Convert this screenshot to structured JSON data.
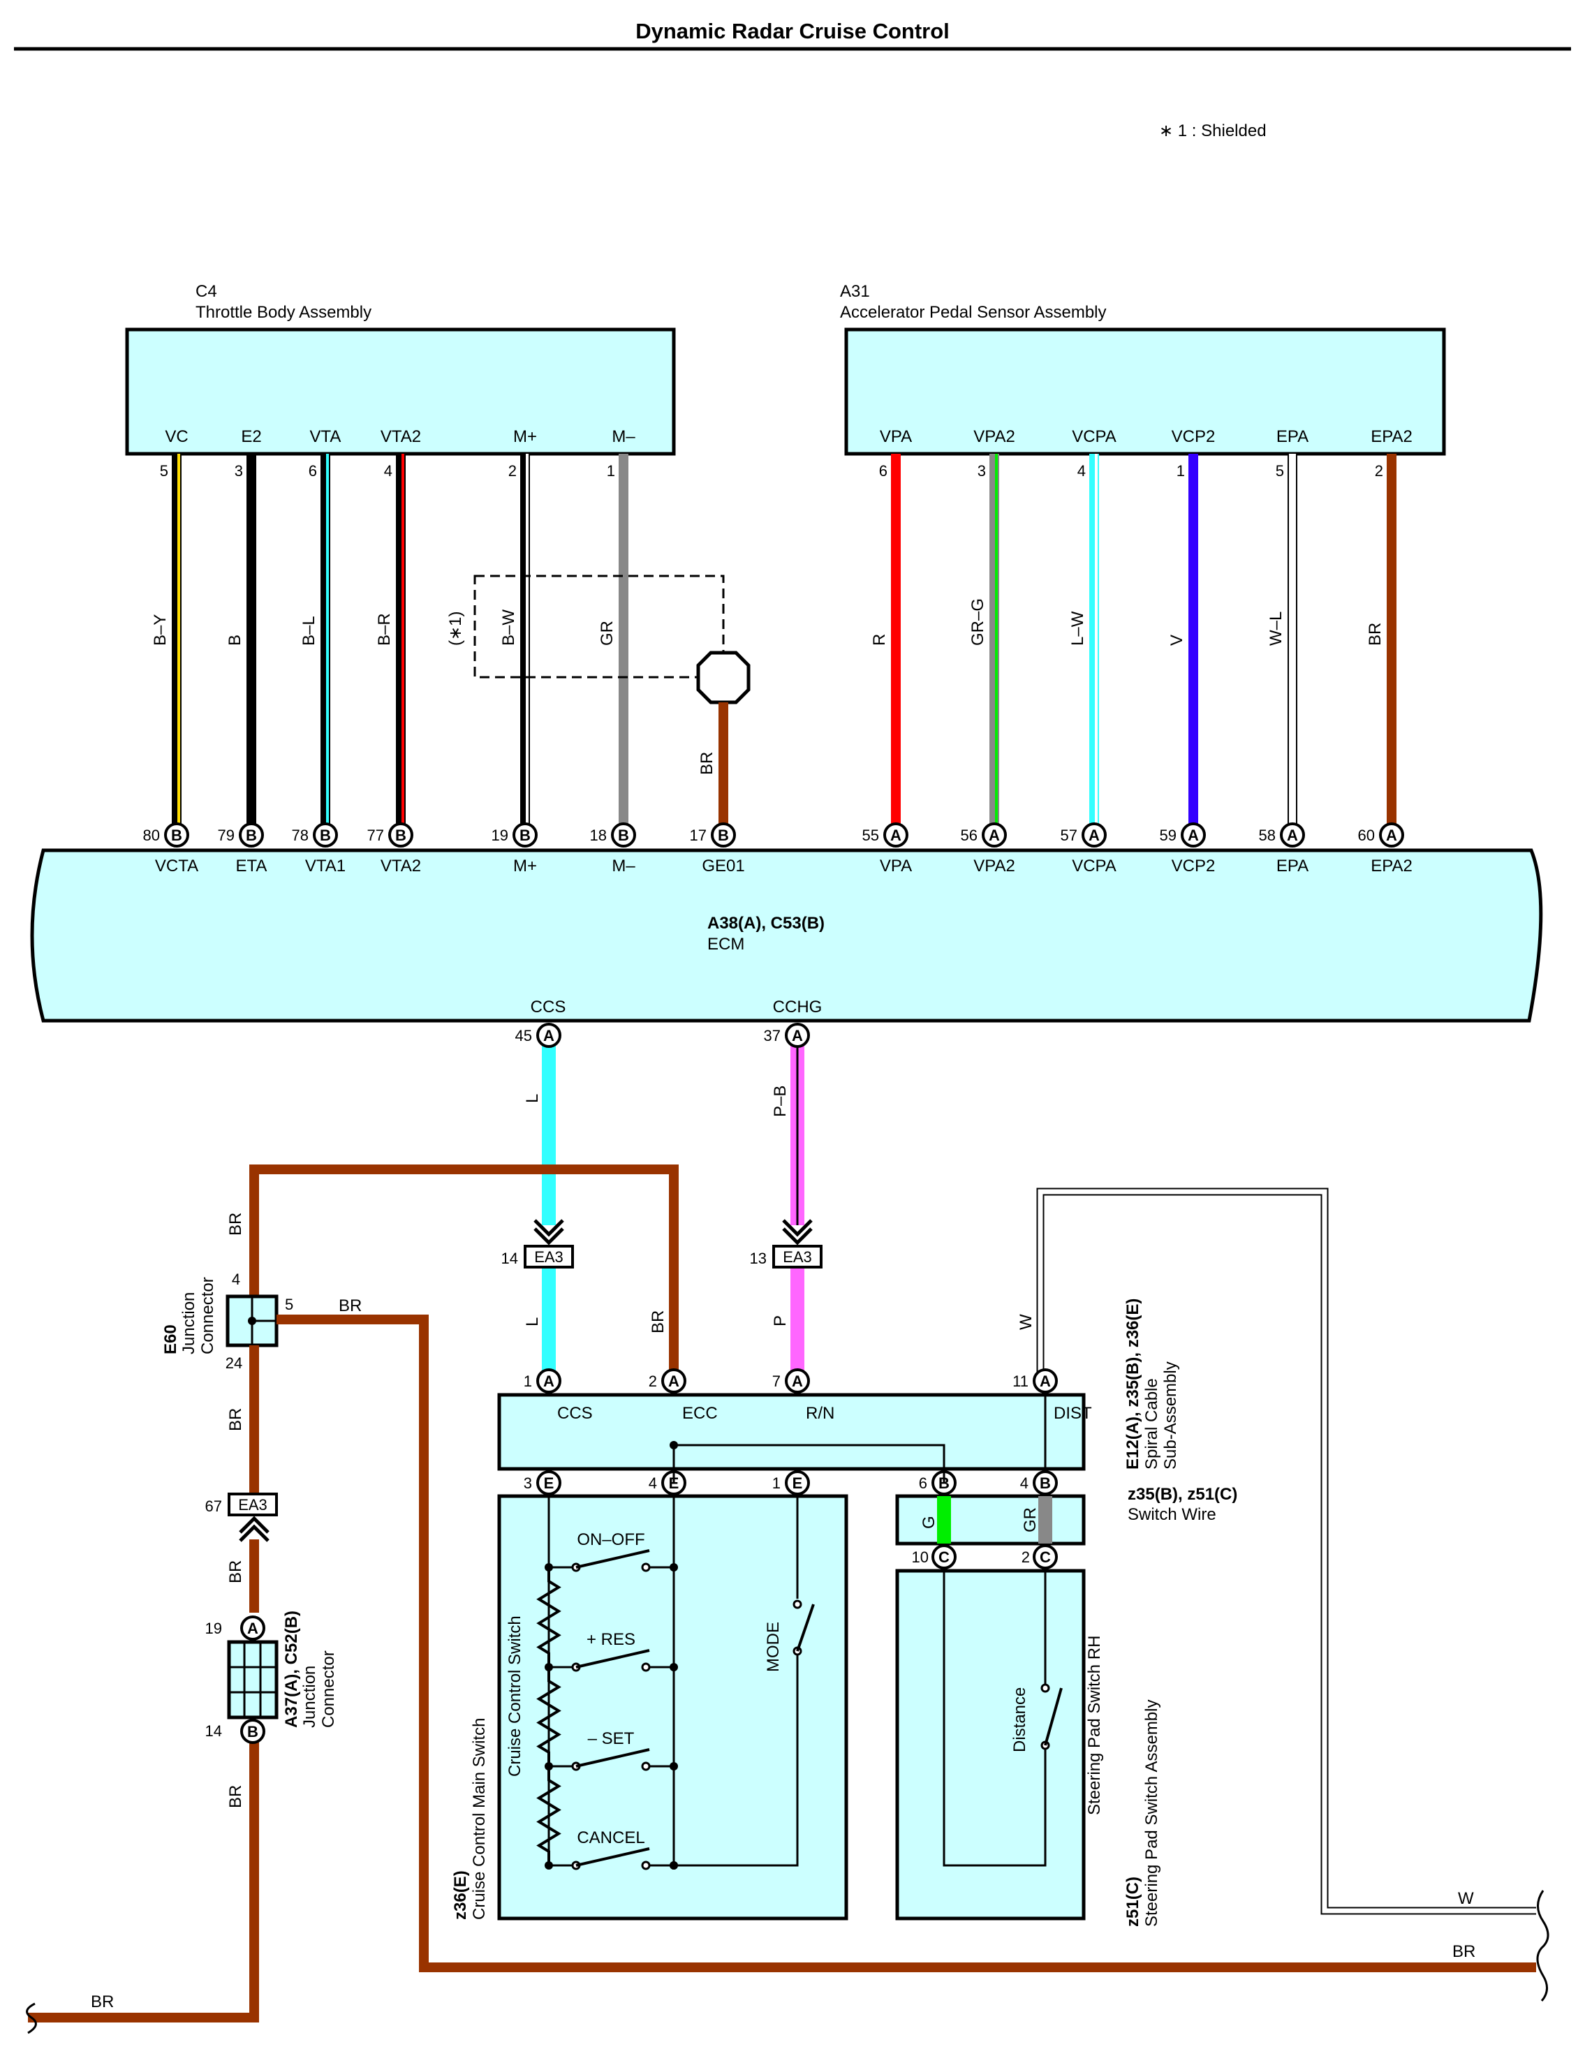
{
  "title": "Dynamic Radar Cruise Control",
  "note": "∗ 1 : Shielded",
  "colors": {
    "box_fill": "#ccffff",
    "BR": "#993300",
    "L": "#33ffff",
    "P": "#ff66ff",
    "R": "#ff0000",
    "V": "#3300ff",
    "GR": "#888888",
    "G": "#00ee00",
    "Y": "#ffdd00",
    "B": "#000000",
    "W": "#ffffff"
  },
  "throttle": {
    "code": "C4",
    "name": "Throttle Body Assembly",
    "pins": [
      {
        "label": "VC",
        "num": "5",
        "wire": "B–Y",
        "ecm_num": "80",
        "ecm_conn": "B",
        "ecm_label": "VCTA"
      },
      {
        "label": "E2",
        "num": "3",
        "wire": "B",
        "ecm_num": "79",
        "ecm_conn": "B",
        "ecm_label": "ETA"
      },
      {
        "label": "VTA",
        "num": "6",
        "wire": "B–L",
        "ecm_num": "78",
        "ecm_conn": "B",
        "ecm_label": "VTA1"
      },
      {
        "label": "VTA2",
        "num": "4",
        "wire": "B–R",
        "ecm_num": "77",
        "ecm_conn": "B",
        "ecm_label": "VTA2"
      },
      {
        "label": "M+",
        "num": "2",
        "wire": "B–W",
        "ecm_num": "19",
        "ecm_conn": "B",
        "ecm_label": "M+"
      },
      {
        "label": "M–",
        "num": "1",
        "wire": "GR",
        "ecm_num": "18",
        "ecm_conn": "B",
        "ecm_label": "M–"
      }
    ],
    "shield_label": "(∗1)"
  },
  "ge01": {
    "wire": "BR",
    "ecm_num": "17",
    "ecm_conn": "B",
    "ecm_label": "GE01"
  },
  "pedal": {
    "code": "A31",
    "name": "Accelerator Pedal Sensor Assembly",
    "pins": [
      {
        "label": "VPA",
        "num": "6",
        "wire": "R",
        "ecm_num": "55",
        "ecm_conn": "A",
        "ecm_label": "VPA"
      },
      {
        "label": "VPA2",
        "num": "3",
        "wire": "GR–G",
        "ecm_num": "56",
        "ecm_conn": "A",
        "ecm_label": "VPA2"
      },
      {
        "label": "VCPA",
        "num": "4",
        "wire": "L–W",
        "ecm_num": "57",
        "ecm_conn": "A",
        "ecm_label": "VCPA"
      },
      {
        "label": "VCP2",
        "num": "1",
        "wire": "V",
        "ecm_num": "59",
        "ecm_conn": "A",
        "ecm_label": "VCP2"
      },
      {
        "label": "EPA",
        "num": "5",
        "wire": "W–L",
        "ecm_num": "58",
        "ecm_conn": "A",
        "ecm_label": "EPA"
      },
      {
        "label": "EPA2",
        "num": "2",
        "wire": "BR",
        "ecm_num": "60",
        "ecm_conn": "A",
        "ecm_label": "EPA2"
      }
    ]
  },
  "ecm": {
    "code": "A38(A), C53(B)",
    "name": "ECM",
    "bottom": [
      {
        "label": "CCS",
        "num": "45",
        "conn": "A",
        "wire_upper": "L",
        "ea3_num": "14",
        "ea3": "EA3",
        "wire_lower": "L"
      },
      {
        "label": "CCHG",
        "num": "37",
        "conn": "A",
        "wire_upper": "P–B",
        "ea3_num": "13",
        "ea3": "EA3",
        "wire_lower": "P"
      }
    ]
  },
  "spiral": {
    "code": "E12(A), z35(B), z36(E)",
    "line2": "Spiral Cable",
    "line3": "Sub-Assembly",
    "top": [
      {
        "num": "1",
        "conn": "A",
        "label": "CCS"
      },
      {
        "num": "2",
        "conn": "A",
        "label": "ECC"
      },
      {
        "num": "7",
        "conn": "A",
        "label": "R/N"
      },
      {
        "num": "11",
        "conn": "A",
        "label": "DIST"
      }
    ],
    "bottom": [
      {
        "num": "3",
        "conn": "E"
      },
      {
        "num": "4",
        "conn": "E"
      },
      {
        "num": "1",
        "conn": "E"
      },
      {
        "num": "6",
        "conn": "B"
      },
      {
        "num": "4",
        "conn": "B"
      }
    ],
    "ecc_wire": "BR",
    "dist_wire": "W"
  },
  "switch_wire": {
    "code": "z35(B), z51(C)",
    "name": "Switch Wire",
    "wire_a": "G",
    "wire_b": "GR",
    "pin_a": "10",
    "pin_b": "2",
    "conn": "C"
  },
  "main_switch": {
    "code": "z36(E)",
    "name": "Cruise Control Main Switch",
    "sub": "Cruise Control Switch",
    "switches": [
      "ON–OFF",
      "+ RES",
      "– SET",
      "CANCEL"
    ],
    "mode": "MODE"
  },
  "steering": {
    "code": "z51(C)",
    "name": "Steering Pad Switch Assembly",
    "sub": "Steering Pad Switch RH",
    "switch": "Distance"
  },
  "e60": {
    "code": "E60",
    "l2": "Junction",
    "l3": "Connector",
    "pin_top": "4",
    "pin_right": "5",
    "pin_bottom": "24",
    "wire_top": "BR",
    "wire_right": "BR",
    "wire_bottom": "BR"
  },
  "ea3_left": {
    "num": "67",
    "name": "EA3",
    "wire": "BR"
  },
  "a37": {
    "code": "A37(A), C52(B)",
    "l2": "Junction",
    "l3": "Connector",
    "pin_top": "19",
    "conn_top": "A",
    "pin_bottom": "14",
    "conn_bottom": "B",
    "wire_bottom": "BR",
    "wire_exit": "BR"
  },
  "right_exit": {
    "w": "W",
    "br": "BR"
  }
}
